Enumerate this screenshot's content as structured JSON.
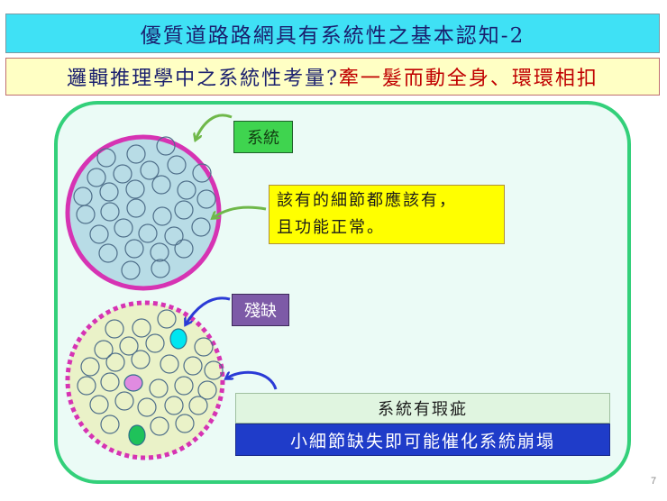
{
  "title": "優質道路路網具有系統性之基本認知-2",
  "subtitle": {
    "part1": "邏輯推理學中之系統性考量?",
    "part2": "牽一髮而動全身、環環相扣"
  },
  "labels": {
    "system": "系統",
    "defect": "殘缺",
    "details_line1": "該有的細節都應該有，",
    "details_line2": "且功能正常。",
    "flawed_system": "系統有瑕疵",
    "collapse": "小細節缺失即可能催化系統崩塌"
  },
  "page_number": "7",
  "colors": {
    "title_bg": "#3fe1f5",
    "subtitle_bg": "#ffffc4",
    "panel_bg": "#ebfbf6",
    "panel_border": "#33d07a",
    "system_circle_fill": "#b8dce6",
    "system_circle_border": "#d633b3",
    "defect_circle_fill": "#eaf2c8",
    "defect_circle_border": "#d633b3",
    "missing_cyan": "#00e6f0",
    "missing_pink": "#e08be0",
    "missing_green": "#1fc25a",
    "arrow_green": "#6fb84a",
    "arrow_blue": "#2b3bd6"
  }
}
